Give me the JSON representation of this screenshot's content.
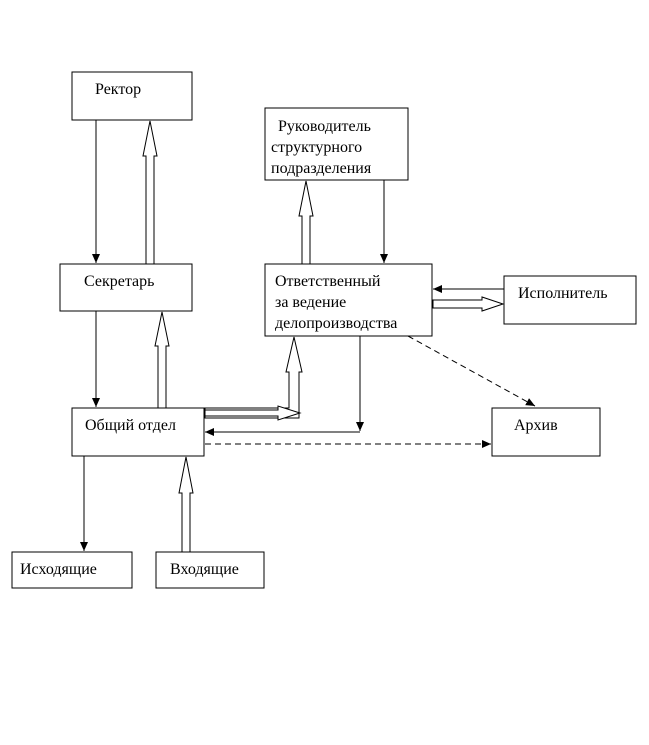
{
  "diagram": {
    "nodes": {
      "rector": {
        "lines": [
          "Ректор"
        ]
      },
      "head": {
        "lines": [
          "Руководитель",
          "структурного",
          "подразделения"
        ]
      },
      "secretary": {
        "lines": [
          "Секретарь"
        ]
      },
      "responsible": {
        "lines": [
          "Ответственный",
          "за ведение",
          "делопроизводства"
        ]
      },
      "executor": {
        "lines": [
          "Исполнитель"
        ]
      },
      "general": {
        "lines": [
          "Общий отдел"
        ]
      },
      "archive": {
        "lines": [
          "Архив"
        ]
      },
      "outgoing": {
        "lines": [
          "Исходящие"
        ]
      },
      "incoming": {
        "lines": [
          "Входящие"
        ]
      }
    },
    "colors": {
      "stroke": "#000000",
      "fill": "#ffffff",
      "text": "#000000"
    }
  }
}
